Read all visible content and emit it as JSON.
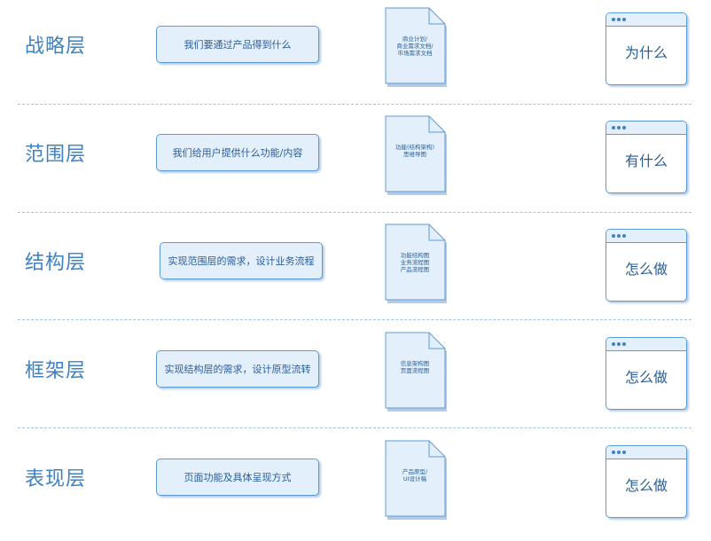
{
  "rows": [
    {
      "title": "战略层",
      "desc": "我们要通过产品得到什么",
      "doc_lines": [
        "商业计划/",
        "商业需求文档/",
        "市场需求文档"
      ],
      "window_label": "为什么"
    },
    {
      "title": "范围层",
      "desc": "我们给用户提供什么功能/内容",
      "doc_lines": [
        "功能(结构架构)",
        "思维导图"
      ],
      "window_label": "有什么"
    },
    {
      "title": "结构层",
      "desc": "实现范围层的需求，设计业务流程",
      "doc_lines": [
        "功能结构图",
        "业务流程图",
        "产品流程图"
      ],
      "window_label": "怎么做"
    },
    {
      "title": "框架层",
      "desc": "实现结构层的需求，设计原型流转",
      "doc_lines": [
        "信息架构图",
        "页面流程图"
      ],
      "window_label": "怎么做"
    },
    {
      "title": "表现层",
      "desc": "页面功能及具体呈现方式",
      "doc_lines": [
        "产品原型/",
        "UI设计稿"
      ],
      "window_label": "怎么做"
    }
  ],
  "colors": {
    "accent": "#3d82c4",
    "box_fill": "#e3f0fc",
    "box_border": "#5a9bd8",
    "divider": "#9cc3e8"
  },
  "icons": {
    "document": "document-icon",
    "window": "browser-window-icon"
  }
}
